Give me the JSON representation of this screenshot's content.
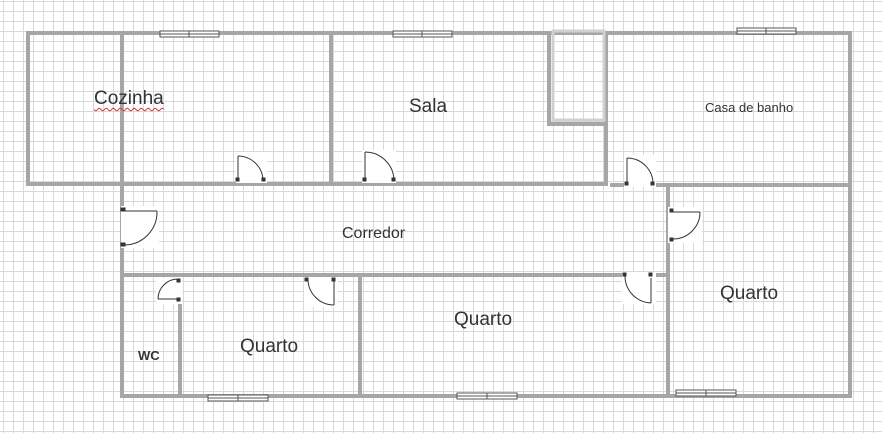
{
  "rooms": {
    "cozinha": "Cozinha",
    "sala": "Sala",
    "casa_de_banho": "Casa de banho",
    "corredor": "Corredor",
    "quarto_left": "Quarto",
    "quarto_middle": "Quarto",
    "quarto_right": "Quarto",
    "wc": "WC"
  },
  "colors": {
    "wall": "#a6a6a6",
    "grid": "#d9d9d9",
    "window_frame": "#555555",
    "door": "#333333",
    "spellcheck_underline": "#d43333",
    "text": "#333333"
  }
}
